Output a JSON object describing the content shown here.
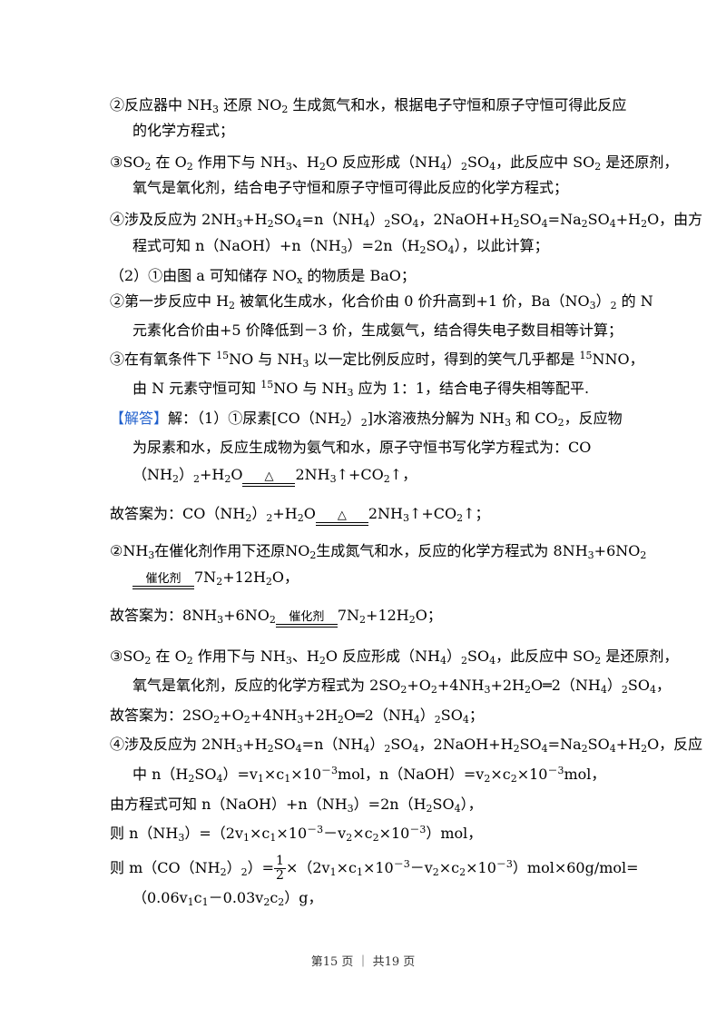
{
  "lines": [
    {
      "id": "l1",
      "text": "②反应器中 NH<sub>3</sub> 还原 NO<sub>2</sub> 生成氮气和水，根据电子守恒和原子守恒可得此反应"
    },
    {
      "id": "l2",
      "text": "的化学方程式；"
    },
    {
      "id": "l3",
      "text": "③SO<sub>2</sub> 在 O<sub>2</sub> 作用下与 NH<sub>3</sub>、H<sub>2</sub>O 反应形成（NH<sub>4</sub>）<sub>2</sub>SO<sub>4</sub>，此反应中 SO<sub>2</sub> 是还原剂，"
    },
    {
      "id": "l4",
      "text": "氧气是氧化剂，结合电子守恒和原子守恒可得此反应的化学方程式；"
    },
    {
      "id": "l5",
      "text": "④涉及反应为 2NH<sub>3</sub>+H<sub>2</sub>SO<sub>4</sub>=n（NH<sub>4</sub>）<sub>2</sub>SO<sub>4</sub>，2NaOH+H<sub>2</sub>SO<sub>4</sub>=Na<sub>2</sub>SO<sub>4</sub>+H<sub>2</sub>O，由方"
    },
    {
      "id": "l6",
      "text": "程式可知 n（NaOH）+n（NH<sub>3</sub>）=2n（H<sub>2</sub>SO<sub>4</sub>），以此计算；"
    },
    {
      "id": "l7",
      "text": "（2）①由图 a 可知储存 NO<sub>x</sub> 的物质是 BaO；"
    },
    {
      "id": "l8",
      "text": "②第一步反应中 H<sub>2</sub> 被氧化生成水，化合价由 0 价升高到+1 价，Ba（NO<sub>3</sub>）<sub>2</sub> 的 N"
    },
    {
      "id": "l9",
      "text": "元素化合价由+5 价降低到－3 价，生成氨气，结合得失电子数目相等计算；"
    },
    {
      "id": "l10",
      "text": "③在有氧条件下 <sup>15</sup>NO 与 NH<sub>3</sub> 以一定比例反应时，得到的笑气几乎都是 <sup>15</sup>NNO，"
    },
    {
      "id": "l11",
      "text": "由 N 元素守恒可知 <sup>15</sup>NO 与 NH<sub>3</sub> 应为 1：1，结合电子得失相等配平."
    },
    {
      "id": "l12",
      "text": "<span class=\"hl\">【解答】</span>解：（1）①尿素[CO（NH<sub>2</sub>）<sub>2</sub>]水溶液热分解为 NH<sub>3</sub> 和 CO<sub>2</sub>，反应物"
    },
    {
      "id": "l13",
      "text": "为尿素和水，反应生成物为氨气和水，原子守恒书写化学方程式为：CO"
    },
    {
      "id": "l14",
      "text": "（NH<sub>2</sub>）<sub>2</sub>+H<sub>2</sub>O<span class=\"over\" style=\"width:58px\"><span class=\"top\">△</span><span class=\"bar\"></span></span>2NH<sub>3</sub>↑+CO<sub>2</sub>↑，"
    },
    {
      "id": "l15",
      "text": "故答案为：CO（NH<sub>2</sub>）<sub>2</sub>+H<sub>2</sub>O<span class=\"over\" style=\"width:58px\"><span class=\"top\">△</span><span class=\"bar\"></span></span>2NH<sub>3</sub>↑+CO<sub>2</sub>↑；"
    },
    {
      "id": "l16",
      "text": "②NH<sub>3</sub>在催化剂作用下还原NO<sub>2</sub>生成氮气和水，反应的化学方程式为 8NH<sub>3</sub>+6NO<sub>2</sub>"
    },
    {
      "id": "l17",
      "text": "<span class=\"over\" style=\"width:68px\"><span class=\"top\">催化剂</span><span class=\"bar\"></span></span>7N<sub>2</sub>+12H<sub>2</sub>O，"
    },
    {
      "id": "l18",
      "text": "故答案为：8NH<sub>3</sub>+6NO<sub>2</sub><span class=\"over\" style=\"width:68px\"><span class=\"top\">催化剂</span><span class=\"bar\"></span></span>7N<sub>2</sub>+12H<sub>2</sub>O；"
    },
    {
      "id": "l19",
      "text": "③SO<sub>2</sub> 在 O<sub>2</sub> 作用下与 NH<sub>3</sub>、H<sub>2</sub>O 反应形成（NH<sub>4</sub>）<sub>2</sub>SO<sub>4</sub>，此反应中 SO<sub>2</sub> 是还原剂，"
    },
    {
      "id": "l20",
      "text": "氧气是氧化剂，反应的化学方程式为 2SO<sub>2</sub>+O<sub>2</sub>+4NH<sub>3</sub>+2H<sub>2</sub>O═2（NH<sub>4</sub>）<sub>2</sub>SO<sub>4</sub>，"
    },
    {
      "id": "l21",
      "text": "故答案为：2SO<sub>2</sub>+O<sub>2</sub>+4NH<sub>3</sub>+2H<sub>2</sub>O═2（NH<sub>4</sub>）<sub>2</sub>SO<sub>4</sub>；"
    },
    {
      "id": "l22",
      "text": "④涉及反应为 2NH<sub>3</sub>+H<sub>2</sub>SO<sub>4</sub>=n（NH<sub>4</sub>）<sub>2</sub>SO<sub>4</sub>，2NaOH+H<sub>2</sub>SO<sub>4</sub>=Na<sub>2</sub>SO<sub>4</sub>+H<sub>2</sub>O，反应"
    },
    {
      "id": "l23",
      "text": "中 n（H<sub>2</sub>SO<sub>4</sub>）=v<sub>1</sub>×c<sub>1</sub>×10<sup>－3</sup>mol，n（NaOH）=v<sub>2</sub>×c<sub>2</sub>×10<sup>－3</sup>mol，"
    },
    {
      "id": "l24",
      "text": "由方程式可知 n（NaOH）+n（NH<sub>3</sub>）=2n（H<sub>2</sub>SO<sub>4</sub>），"
    },
    {
      "id": "l25",
      "text": "则 n（NH<sub>3</sub>）=（2v<sub>1</sub>×c<sub>1</sub>×10<sup>－3</sup>－v<sub>2</sub>×c<sub>2</sub>×10<sup>－3</sup>）mol，"
    },
    {
      "id": "l26",
      "text": "则 m（CO（NH<sub>2</sub>）<sub>2</sub>）=<span class=\"frac\"><span class=\"n\">1</span><span class=\"d\">2</span></span>×（2v<sub>1</sub>×c<sub>1</sub>×10<sup>－3</sup>－v<sub>2</sub>×c<sub>2</sub>×10<sup>－3</sup>）mol×60g/mol="
    },
    {
      "id": "l27",
      "text": "（0.06v<sub>1</sub>c<sub>1</sub>－0.03v<sub>2</sub>c<sub>2</sub>）g，"
    }
  ],
  "footer": "第15 页 ｜ 共19 页"
}
